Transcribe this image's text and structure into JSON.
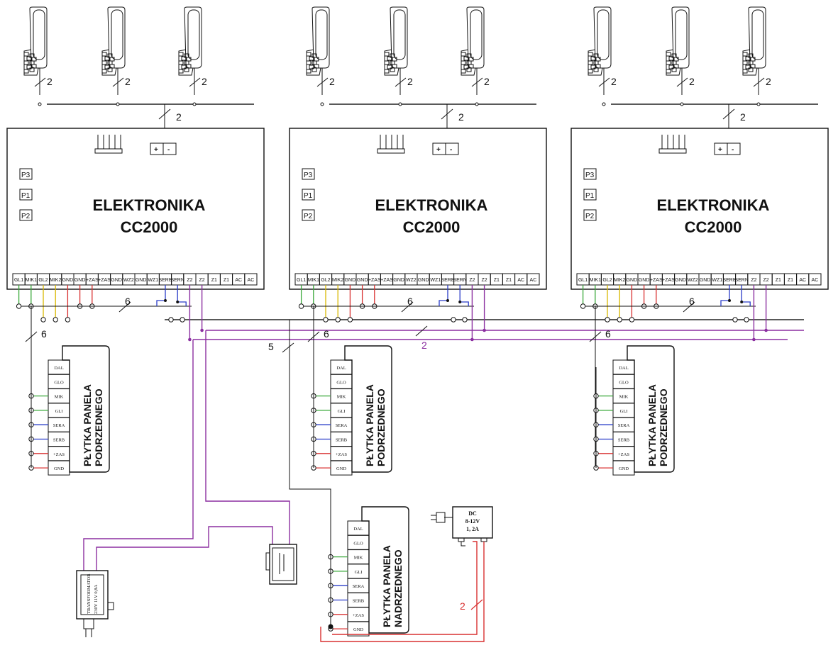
{
  "controller": {
    "title_line1": "ELEKTRONIKA",
    "title_line2": "CC2000",
    "buttons": [
      "P3",
      "P1",
      "P2"
    ],
    "power_plus": "+",
    "power_minus": "-",
    "terminals": [
      "GL1",
      "MIK1",
      "GL2",
      "MIK2",
      "GND",
      "GND",
      "+ZAS",
      "+ZAS",
      "GND",
      "WZ2",
      "GND",
      "WZ1",
      "SERB",
      "SERN",
      "Z2",
      "Z2",
      "Z1",
      "Z1",
      "AC",
      "AC"
    ]
  },
  "wire_count_labels": {
    "handset_line": "2",
    "riser": "2",
    "panel_bus": "6",
    "main_bus": "2",
    "master_bus": "5",
    "dc_line": "2"
  },
  "slave_panel": {
    "title_line1": "PŁYTKA PANELA",
    "title_line2": "PODRZEDNEGO",
    "terminals": [
      "DAL",
      "GLO",
      "MIK",
      "GLI",
      "SERA",
      "SERB",
      "+ZAS",
      "GND"
    ]
  },
  "master_panel": {
    "title_line1": "PŁYTKA PANELA",
    "title_line2": "NADRZEDNEGO",
    "terminals": [
      "DAL",
      "GLO",
      "MIK",
      "GLI",
      "SERA",
      "SERB",
      "+ZAS",
      "GND"
    ]
  },
  "transformer": {
    "label_line1": "TRANSFORMATOR",
    "label_line2": "230V 11V 0,8A"
  },
  "power_supply": {
    "line1": "DC",
    "line2": "8-12V",
    "line3": "1, 2A"
  },
  "colors": {
    "green": "#3aa83a",
    "yellow": "#d8b800",
    "red": "#d83030",
    "blue": "#2a3cc8",
    "purple": "#8b2fa0"
  }
}
